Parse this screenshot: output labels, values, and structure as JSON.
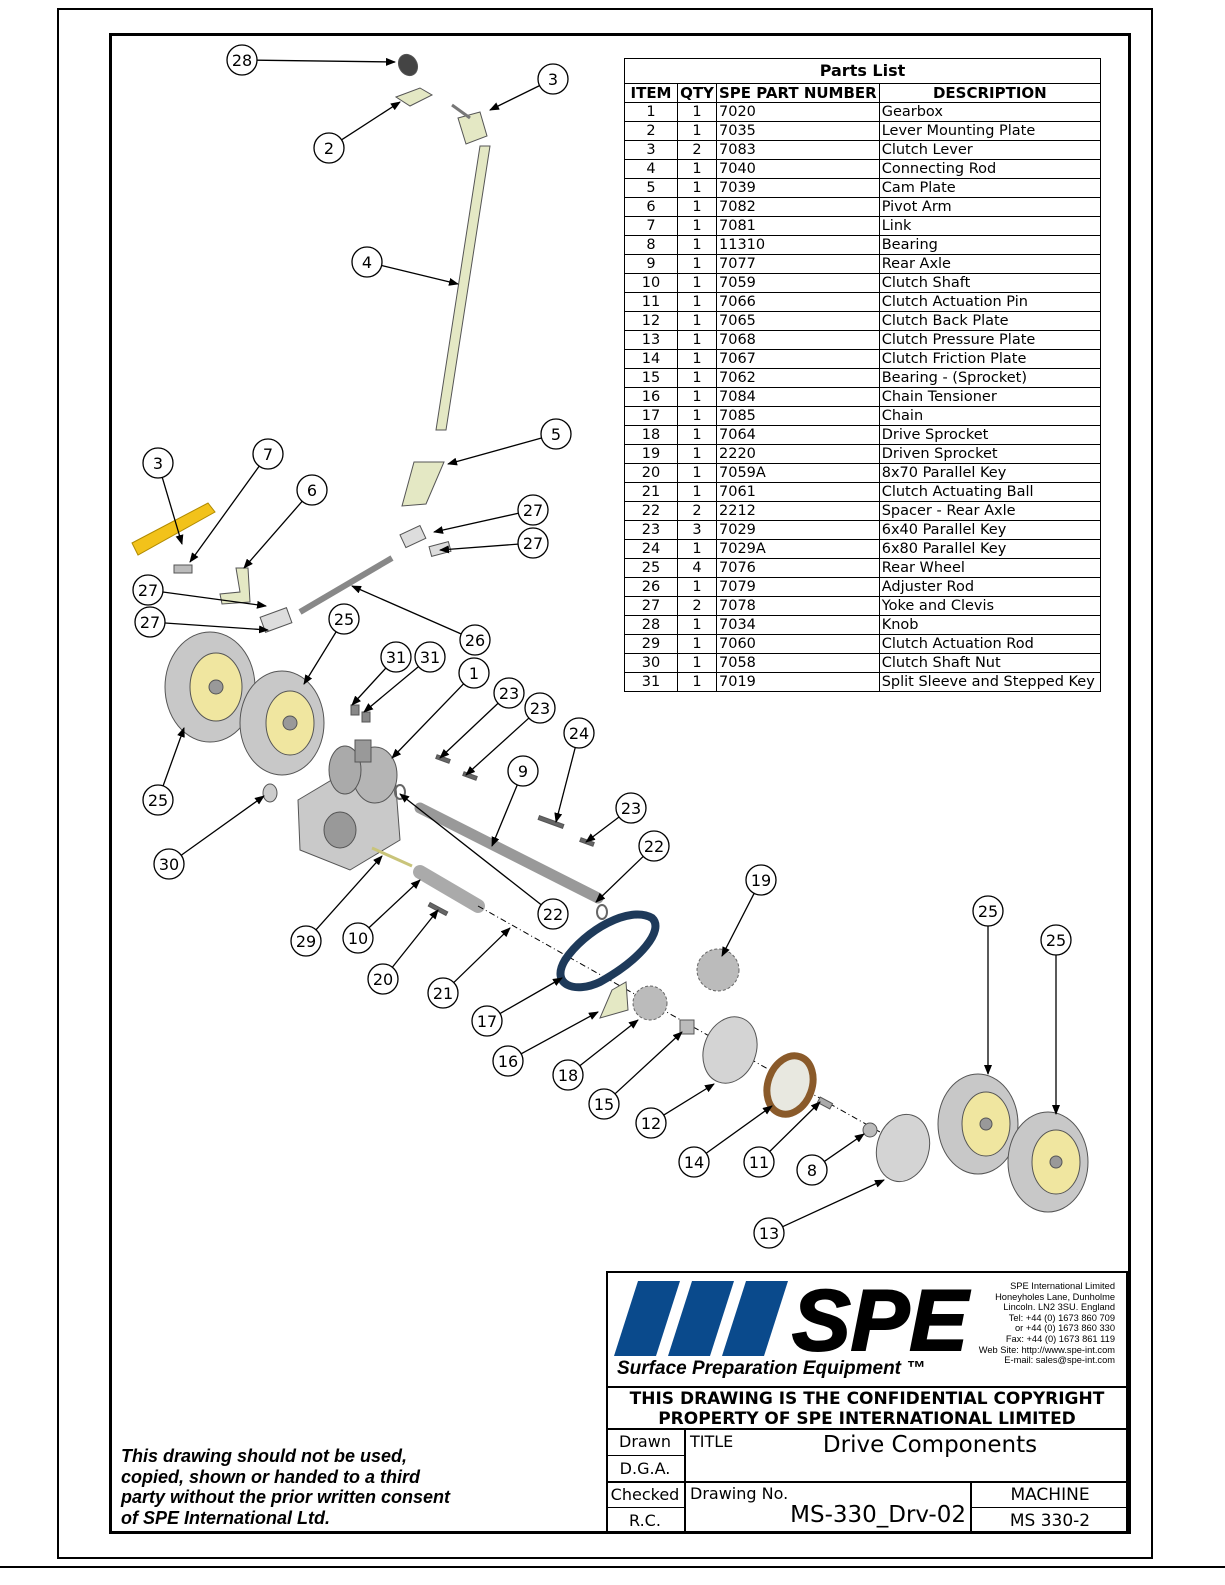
{
  "parts_list": {
    "title": "Parts List",
    "headers": [
      "ITEM",
      "QTY",
      "SPE PART NUMBER",
      "DESCRIPTION"
    ],
    "rows": [
      [
        "1",
        "1",
        "7020",
        "Gearbox"
      ],
      [
        "2",
        "1",
        "7035",
        "Lever Mounting Plate"
      ],
      [
        "3",
        "2",
        "7083",
        "Clutch Lever"
      ],
      [
        "4",
        "1",
        "7040",
        "Connecting Rod"
      ],
      [
        "5",
        "1",
        "7039",
        "Cam Plate"
      ],
      [
        "6",
        "1",
        "7082",
        "Pivot Arm"
      ],
      [
        "7",
        "1",
        "7081",
        "Link"
      ],
      [
        "8",
        "1",
        "11310",
        "Bearing"
      ],
      [
        "9",
        "1",
        "7077",
        "Rear Axle"
      ],
      [
        "10",
        "1",
        "7059",
        "Clutch Shaft"
      ],
      [
        "11",
        "1",
        "7066",
        "Clutch Actuation Pin"
      ],
      [
        "12",
        "1",
        "7065",
        "Clutch Back Plate"
      ],
      [
        "13",
        "1",
        "7068",
        "Clutch Pressure Plate"
      ],
      [
        "14",
        "1",
        "7067",
        "Clutch Friction Plate"
      ],
      [
        "15",
        "1",
        "7062",
        "Bearing - (Sprocket)"
      ],
      [
        "16",
        "1",
        "7084",
        "Chain Tensioner"
      ],
      [
        "17",
        "1",
        "7085",
        "Chain"
      ],
      [
        "18",
        "1",
        "7064",
        "Drive Sprocket"
      ],
      [
        "19",
        "1",
        "2220",
        "Driven Sprocket"
      ],
      [
        "20",
        "1",
        "7059A",
        "8x70 Parallel Key"
      ],
      [
        "21",
        "1",
        "7061",
        "Clutch Actuating Ball"
      ],
      [
        "22",
        "2",
        "2212",
        "Spacer - Rear Axle"
      ],
      [
        "23",
        "3",
        "7029",
        "6x40 Parallel Key"
      ],
      [
        "24",
        "1",
        "7029A",
        "6x80 Parallel Key"
      ],
      [
        "25",
        "4",
        "7076",
        "Rear Wheel"
      ],
      [
        "26",
        "1",
        "7079",
        "Adjuster Rod"
      ],
      [
        "27",
        "2",
        "7078",
        "Yoke and Clevis"
      ],
      [
        "28",
        "1",
        "7034",
        "Knob"
      ],
      [
        "29",
        "1",
        "7060",
        "Clutch Actuation Rod"
      ],
      [
        "30",
        "1",
        "7058",
        "Clutch Shaft Nut"
      ],
      [
        "31",
        "1",
        "7019",
        "Split Sleeve and Stepped Key"
      ]
    ]
  },
  "balloons": [
    {
      "label": "28"
    },
    {
      "label": "3"
    },
    {
      "label": "2"
    },
    {
      "label": "4"
    },
    {
      "label": "5"
    },
    {
      "label": "3"
    },
    {
      "label": "7"
    },
    {
      "label": "6"
    },
    {
      "label": "27"
    },
    {
      "label": "27"
    },
    {
      "label": "27"
    },
    {
      "label": "27"
    },
    {
      "label": "25"
    },
    {
      "label": "26"
    },
    {
      "label": "31"
    },
    {
      "label": "31"
    },
    {
      "label": "1"
    },
    {
      "label": "23"
    },
    {
      "label": "23"
    },
    {
      "label": "24"
    },
    {
      "label": "9"
    },
    {
      "label": "23"
    },
    {
      "label": "22"
    },
    {
      "label": "25"
    },
    {
      "label": "30"
    },
    {
      "label": "22"
    },
    {
      "label": "29"
    },
    {
      "label": "10"
    },
    {
      "label": "20"
    },
    {
      "label": "21"
    },
    {
      "label": "17"
    },
    {
      "label": "16"
    },
    {
      "label": "19"
    },
    {
      "label": "18"
    },
    {
      "label": "15"
    },
    {
      "label": "12"
    },
    {
      "label": "14"
    },
    {
      "label": "11"
    },
    {
      "label": "8"
    },
    {
      "label": "13"
    },
    {
      "label": "25"
    },
    {
      "label": "25"
    }
  ],
  "title_block": {
    "logo_text": "SPE",
    "tagline": "Surface Preparation Equipment ™",
    "address_lines": [
      "SPE International Limited",
      "Honeyholes Lane, Dunholme",
      "Lincoln. LN2 3SU. England",
      "Tel: +44 (0) 1673 860 709",
      "or +44 (0) 1673 860 330",
      "Fax: +44 (0) 1673 861 119",
      "Web Site: http://www.spe-int.com",
      "E-mail: sales@spe-int.com"
    ],
    "copyright_line1": "THIS DRAWING IS THE CONFIDENTIAL COPYRIGHT",
    "copyright_line2": "PROPERTY  OF SPE INTERNATIONAL LIMITED",
    "drawn_label": "Drawn",
    "drawn_value": "D.G.A.",
    "checked_label": "Checked",
    "checked_value": "R.C.",
    "title_label": "TITLE",
    "title_value": "Drive Components",
    "drawing_no_label": "Drawing No.",
    "drawing_no_value": "MS-330_Drv-02",
    "machine_label": "MACHINE",
    "machine_value": "MS 330-2"
  },
  "notice": "This drawing should not be used, copied, shown or handed to a third party without the prior written consent of SPE International Ltd.",
  "colors": {
    "brand_blue": "#0a4a8c",
    "part_green": "#e4e8c4",
    "lever_yellow": "#f2c21a",
    "wheel_grey": "#c8c8c8",
    "hub_yellow": "#f0e6a0",
    "chain_blue": "#1e3a5a",
    "friction_brown": "#8a5a2a"
  }
}
